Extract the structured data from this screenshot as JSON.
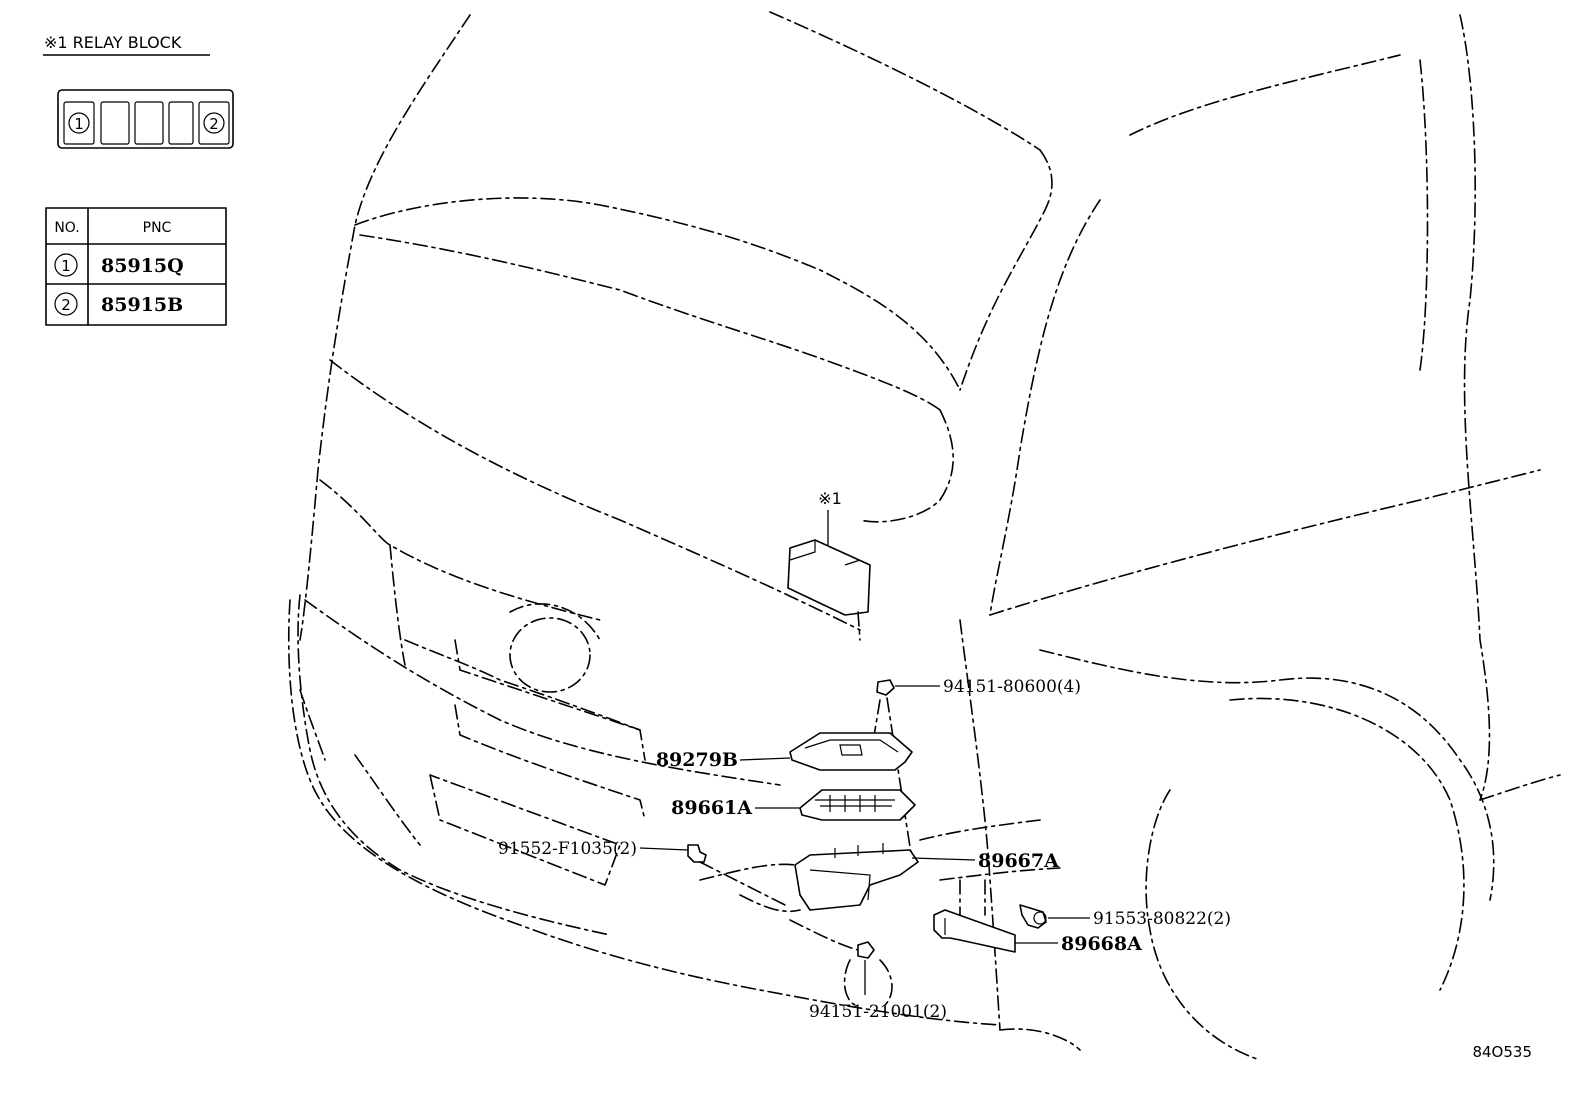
{
  "relay_block": {
    "title": "※1 RELAY BLOCK",
    "slots": [
      "1",
      "",
      "",
      "",
      "2"
    ]
  },
  "pnc_table": {
    "headers": [
      "NO.",
      "PNC"
    ],
    "rows": [
      {
        "no": "1",
        "pnc": "85915Q"
      },
      {
        "no": "2",
        "pnc": "85915B"
      }
    ]
  },
  "callouts": {
    "relay_ref": "※1",
    "p1": "94151-80600(4)",
    "p2": "89279B",
    "p3": "89661A",
    "p4": "91552-F1035(2)",
    "p5": "89667A",
    "p6": "91553-80822(2)",
    "p7": "89668A",
    "p8": "94151-21001(2)"
  },
  "diagram_code": "84O535"
}
